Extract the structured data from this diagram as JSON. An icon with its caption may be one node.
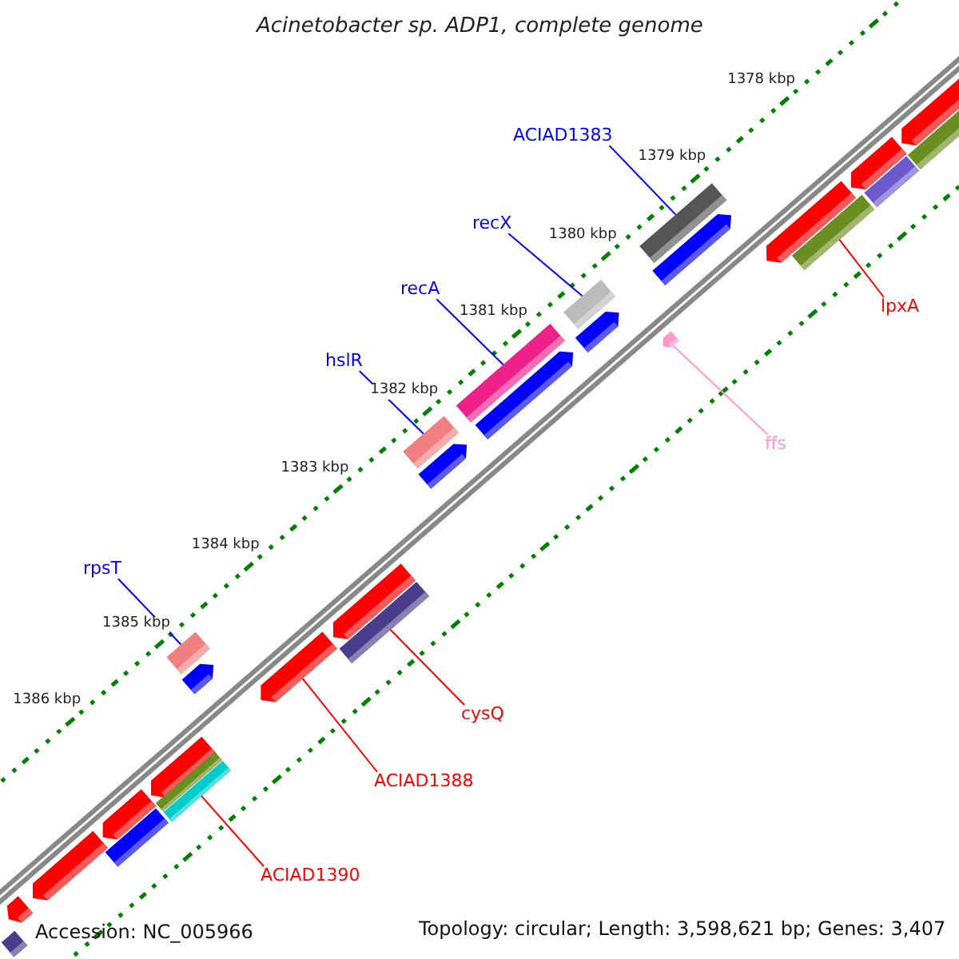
{
  "diagram": {
    "title": "Acinetobacter sp. ADP1, complete genome",
    "nodes": [
      {
        "text": [
          "ACIAD1383"
        ]
      },
      {
        "text": [
          "recX"
        ]
      },
      {
        "text": [
          "recA"
        ]
      },
      {
        "text": [
          "lpxA"
        ]
      },
      {
        "text": [
          "hslR"
        ]
      },
      {
        "text": [
          "ffs"
        ]
      },
      {
        "text": [
          "rpsT"
        ]
      },
      {
        "text": [
          "cysQ"
        ]
      },
      {
        "text": [
          "ACIAD1388"
        ]
      },
      {
        "text": [
          "ACIAD1390"
        ]
      },
      {
        "text": [],
        "shape": "bar"
      },
      {
        "text": [],
        "shape": "bar"
      },
      {
        "text": [],
        "shape": "bar"
      },
      {
        "text": [],
        "shape": "bar"
      },
      {
        "text": [],
        "shape": "bar"
      },
      {
        "text": [],
        "shape": "bar"
      },
      {
        "text": [],
        "shape": "bar"
      },
      {
        "text": [],
        "shape": "bar"
      },
      {
        "text": [],
        "shape": "bar"
      },
      {
        "text": [],
        "shape": "bar"
      },
      {
        "text": [],
        "shape": "bar"
      },
      {
        "text": [],
        "shape": "bar"
      },
      {
        "text": [],
        "shape": "bar"
      },
      {
        "text": [],
        "shape": "bar"
      },
      {
        "text": [],
        "shape": "bar"
      },
      {
        "text": [],
        "shape": "bar"
      },
      {
        "text": [],
        "shape": "bar"
      },
      {
        "text": [],
        "shape": "bar"
      },
      {
        "text": [],
        "shape": "bar"
      },
      {
        "text": [],
        "shape": "bar"
      },
      {
        "text": [],
        "shape": "bar"
      },
      {
        "text": [],
        "shape": "bar"
      },
      {
        "text": [],
        "shape": "bar"
      },
      {
        "text": [],
        "shape": "bar"
      },
      {
        "text": [],
        "shape": "bar"
      },
      {
        "text": [],
        "shape": "bar"
      },
      {
        "text": [],
        "shape": "bar"
      },
      {
        "text": [],
        "shape": "bar"
      }
    ],
    "edges": [
      {
        "from": 0,
        "to": 10,
        "arrow": "none"
      },
      {
        "from": 1,
        "to": 11,
        "arrow": "none"
      },
      {
        "from": 2,
        "to": 12,
        "arrow": "none"
      },
      {
        "from": 3,
        "to": 13,
        "arrow": "none",
        "color": "#ff0000"
      },
      {
        "from": 4,
        "to": 14,
        "arrow": "none"
      },
      {
        "from": 5,
        "to": 15,
        "arrow": "none",
        "color": "#ff99cc"
      },
      {
        "from": 6,
        "to": 16,
        "arrow": "none"
      },
      {
        "from": 7,
        "to": 17,
        "arrow": "none",
        "color": "#ff0000"
      },
      {
        "from": 8,
        "to": 18,
        "arrow": "none",
        "color": "#ff0000"
      },
      {
        "from": 9,
        "to": 19,
        "arrow": "none",
        "color": "#ff0000"
      }
    ],
    "labels": [
      "1378 kbp",
      "1379 kbp",
      "1380 kbp",
      "1381 kbp",
      "1382 kbp",
      "1383 kbp",
      "1384 kbp",
      "1385 kbp",
      "1386 kbp",
      "Accession: NC_005966",
      "Topology: circular; Length: 3,598,621 bp; Genes: 3,407"
    ]
  }
}
